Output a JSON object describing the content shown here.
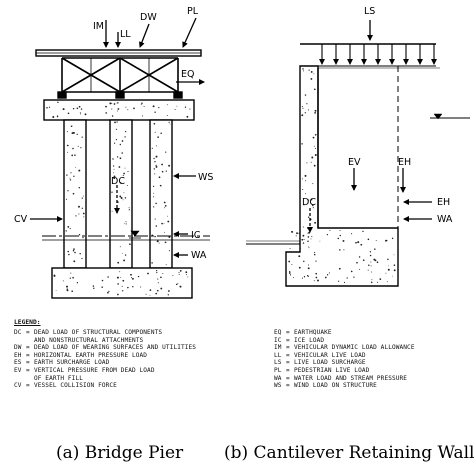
{
  "pier_labels": {
    "im": "IM",
    "ll": "LL",
    "dw": "DW",
    "pl": "PL",
    "eq": "EQ",
    "ws": "WS",
    "dc": "DC",
    "cv": "CV",
    "ic": "IC",
    "wa": "WA"
  },
  "wall_labels": {
    "ls": "LS",
    "ev": "EV",
    "eh": "EH",
    "dc": "DC",
    "eh2": "EH",
    "wa": "WA"
  },
  "legend": {
    "title": "LEGEND:",
    "left": [
      [
        "DC",
        "=",
        "DEAD LOAD OF STRUCTURAL COMPONENTS"
      ],
      [
        "",
        "",
        "AND NONSTRUCTURAL ATTACHMENTS"
      ],
      [
        "DW",
        "=",
        "DEAD LOAD OF WEARING SURFACES AND UTILITIES"
      ],
      [
        "EH",
        "=",
        "HORIZONTAL EARTH PRESSURE LOAD"
      ],
      [
        "ES",
        "=",
        "EARTH SURCHARGE LOAD"
      ],
      [
        "EV",
        "=",
        "VERTICAL PRESSURE FROM DEAD LOAD"
      ],
      [
        "",
        "",
        "OF EARTH FILL"
      ],
      [
        "CV",
        "=",
        "VESSEL COLLISION FORCE"
      ]
    ],
    "right": [
      [
        "EQ",
        "=",
        "EARTHQUAKE"
      ],
      [
        "IC",
        "=",
        "ICE LOAD"
      ],
      [
        "IM",
        "=",
        "VEHICULAR DYNAMIC LOAD ALLOWANCE"
      ],
      [
        "LL",
        "=",
        "VEHICULAR LIVE LOAD"
      ],
      [
        "LS",
        "=",
        "LIVE LOAD SURCHARGE"
      ],
      [
        "PL",
        "=",
        "PEDESTRIAN LIVE LOAD"
      ],
      [
        "WA",
        "=",
        "WATER LOAD AND STREAM PRESSURE"
      ],
      [
        "WS",
        "=",
        "WIND LOAD ON STRUCTURE"
      ]
    ]
  },
  "captions": {
    "a": "(a) Bridge Pier",
    "b": "(b) Cantilever Retaining Wall"
  }
}
